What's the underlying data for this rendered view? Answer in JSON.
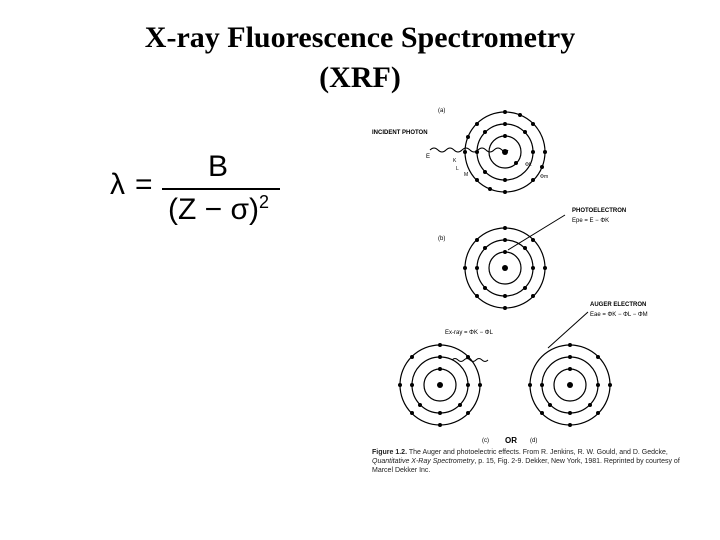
{
  "title": {
    "line1": "X-ray Fluorescence Spectrometry",
    "line2": "(XRF)"
  },
  "formula": {
    "lhs": "λ",
    "equals": "=",
    "numerator": "B",
    "denominator": "(Z − σ)",
    "exponent": "2"
  },
  "figure": {
    "panel_a": "(a)",
    "panel_b": "(b)",
    "panel_c": "(c)",
    "panel_d": "(d)",
    "or_label": "OR",
    "incident_photon": "INCIDENT PHOTON",
    "energy_e": "E",
    "shell_k": "K",
    "shell_l": "L",
    "shell_m": "M",
    "phi_k": "Φk",
    "phi_m": "Φm",
    "photoelectron": "PHOTOELECTRON",
    "photoelectron_eq": "Epe = E − ΦK",
    "auger_electron": "AUGER ELECTRON",
    "auger_eq": "Eae = ΦK − ΦL − ΦM",
    "xray_eq": "Ex-ray = ΦK − ΦL"
  },
  "caption": {
    "label": "Figure 1.2.",
    "text": "The Auger and photoelectric effects. From R. Jenkins, R. W. Gould, and D. Gedcke, ",
    "book": "Quantitative X-Ray Spectrometry",
    "text2": ", p. 15, Fig. 2-9. Dekker, New York, 1981. Reprinted by courtesy of Marcel Dekker Inc."
  }
}
